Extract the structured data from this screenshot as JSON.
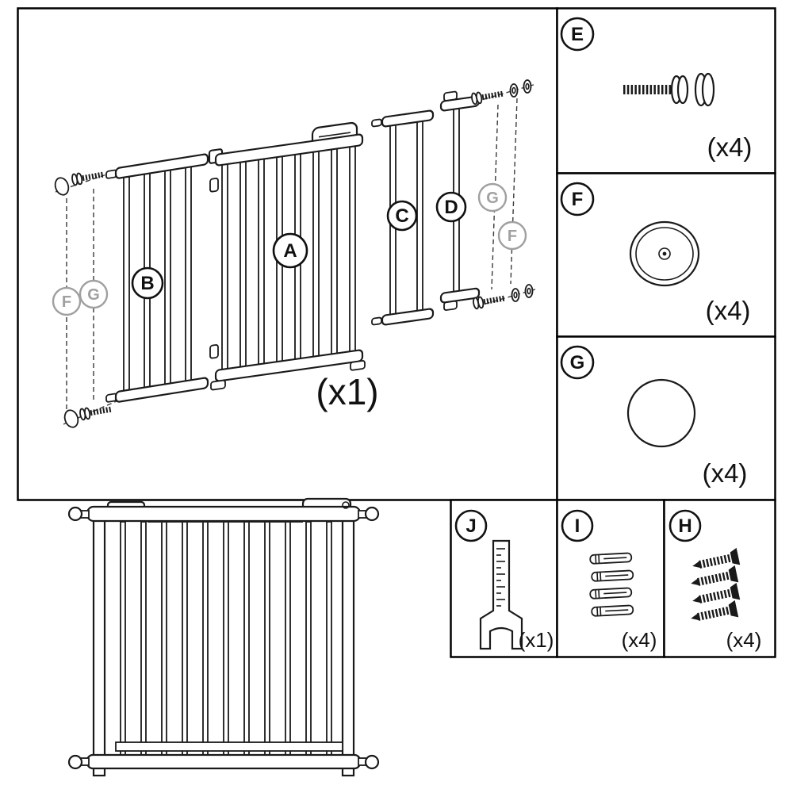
{
  "colors": {
    "ink": "#1a1a1a",
    "muted": "#a0a0a0"
  },
  "main_panel": {
    "quantity": "(x1)",
    "labels": {
      "A": "A",
      "B": "B",
      "C": "C",
      "D": "D",
      "F": "F",
      "G": "G"
    }
  },
  "panels": {
    "E": {
      "label": "E",
      "quantity": "(x4)"
    },
    "F": {
      "label": "F",
      "quantity": "(x4)"
    },
    "G": {
      "label": "G",
      "quantity": "(x4)"
    },
    "J": {
      "label": "J",
      "quantity": "(x1)"
    },
    "I": {
      "label": "I",
      "quantity": "(x4)"
    },
    "H": {
      "label": "H",
      "quantity": "(x4)"
    }
  }
}
